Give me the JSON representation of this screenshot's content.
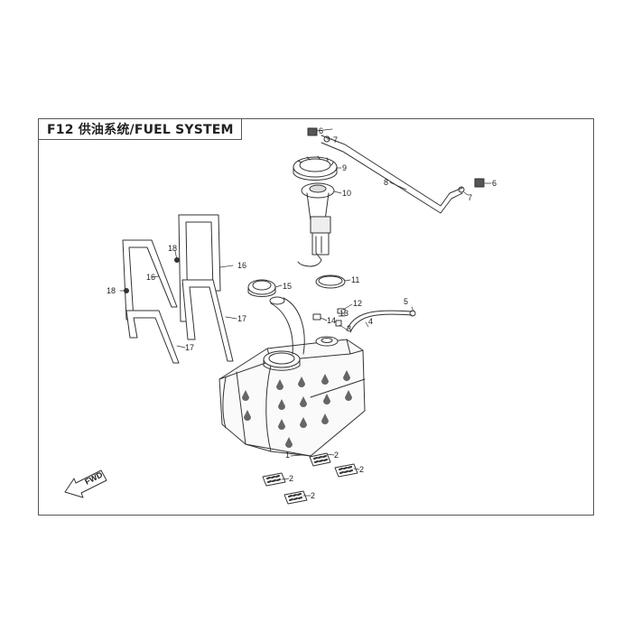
{
  "title": "F12 供油系统/FUEL SYSTEM",
  "direction_marker": "FWD",
  "callouts": [
    {
      "id": "c6a",
      "label": "6"
    },
    {
      "id": "c7a",
      "label": "7"
    },
    {
      "id": "c9",
      "label": "9"
    },
    {
      "id": "c10",
      "label": "10"
    },
    {
      "id": "c8",
      "label": "8"
    },
    {
      "id": "c6b",
      "label": "6"
    },
    {
      "id": "c7b",
      "label": "7"
    },
    {
      "id": "c18a",
      "label": "18"
    },
    {
      "id": "c16a",
      "label": "16"
    },
    {
      "id": "c18b",
      "label": "18"
    },
    {
      "id": "c16b",
      "label": "16"
    },
    {
      "id": "c11",
      "label": "11"
    },
    {
      "id": "c15",
      "label": "15"
    },
    {
      "id": "c12",
      "label": "12"
    },
    {
      "id": "c5",
      "label": "5"
    },
    {
      "id": "c13",
      "label": "13"
    },
    {
      "id": "c14",
      "label": "14"
    },
    {
      "id": "c3",
      "label": "3"
    },
    {
      "id": "c4",
      "label": "4"
    },
    {
      "id": "c17a",
      "label": "17"
    },
    {
      "id": "c17b",
      "label": "17"
    },
    {
      "id": "c1",
      "label": "1"
    },
    {
      "id": "c2a",
      "label": "2"
    },
    {
      "id": "c2b",
      "label": "2"
    },
    {
      "id": "c2c",
      "label": "2"
    },
    {
      "id": "c2d",
      "label": "2"
    }
  ]
}
